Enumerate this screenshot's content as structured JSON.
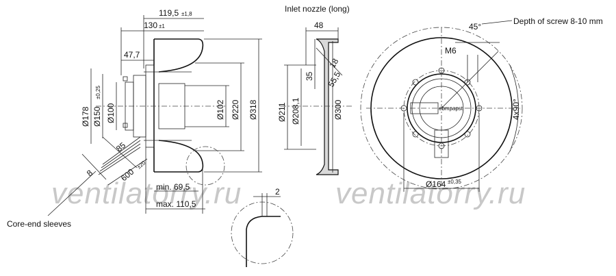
{
  "watermark": "ventilatorry.ru",
  "labels": {
    "inlet_nozzle": "Inlet nozzle (long)",
    "screw_depth": "Depth of screw 8-10 mm",
    "core_end": "Core-end sleeves"
  },
  "side_view": {
    "d119": "119,5",
    "d119_tol": "±1,8",
    "d130": "130",
    "d130_tol": "±1",
    "d47": "47,7",
    "d178": "Ø178",
    "d150": "Ø150",
    "d150_tol": "±0,25",
    "d100": "Ø100",
    "d102": "Ø102",
    "d220": "Ø220",
    "d318": "Ø318",
    "min": "min. 69,5",
    "max": "max. 110,5",
    "c85": "85",
    "c8": "8",
    "c600": "600",
    "c600_tol": "±20",
    "detail_2": "2"
  },
  "nozzle_view": {
    "n48": "48",
    "n18": "18",
    "n35": "35",
    "n55": "55,5",
    "n211": "Ø211",
    "n208": "Ø208,1",
    "n300": "Ø300"
  },
  "front_view": {
    "a45": "45°",
    "m6": "M6",
    "a4x90": "4x90°",
    "d164": "Ø164",
    "d164_tol": "±0,35",
    "logo": "ebmpapst"
  }
}
